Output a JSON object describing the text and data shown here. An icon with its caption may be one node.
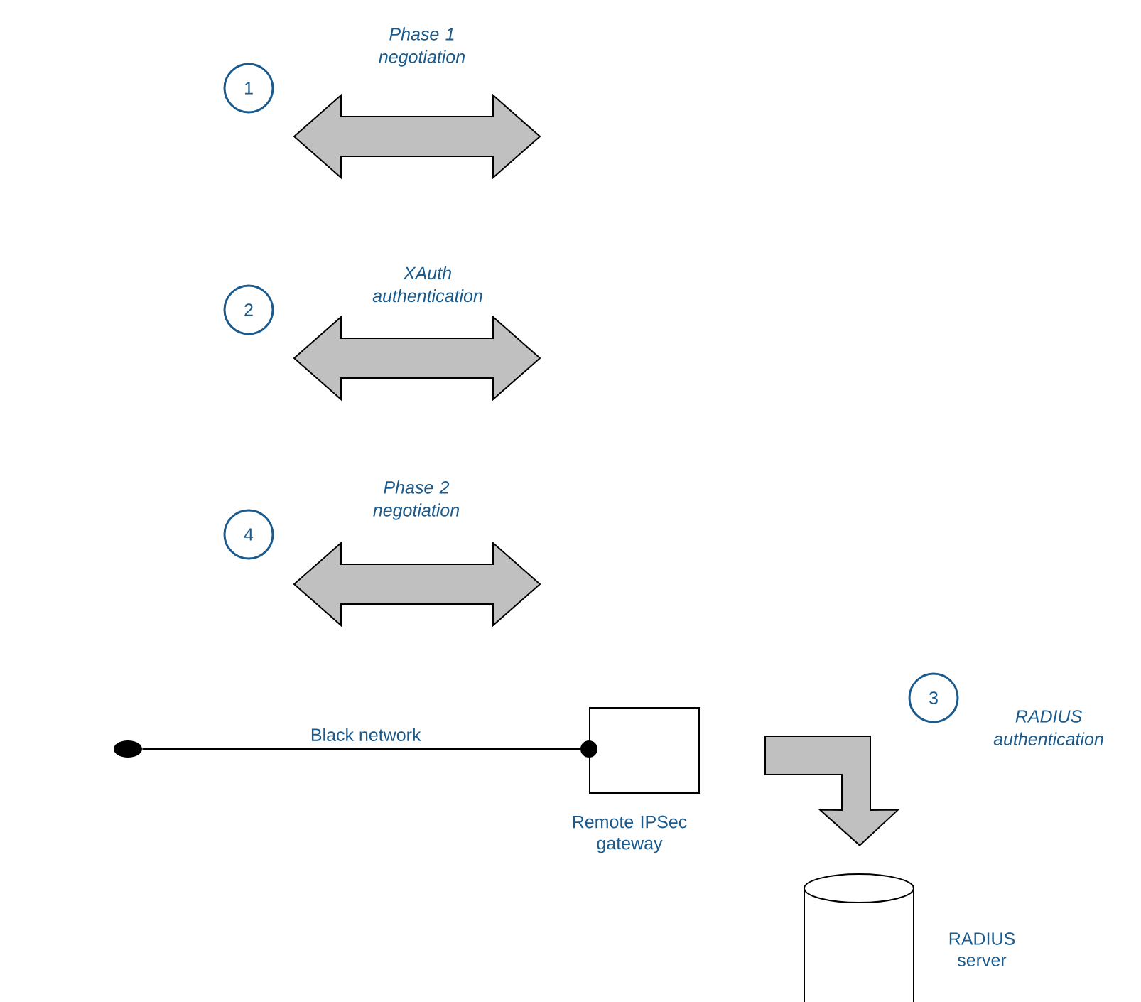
{
  "diagram": {
    "nodes": [
      {
        "text": [],
        "shape": "circle"
      },
      {
        "text": [],
        "shape": "box",
        "beside": [
          "Remote IPSec gateway"
        ]
      },
      {
        "text": [],
        "shape": "cylinder",
        "beside": [
          "RADIUS server"
        ]
      }
    ],
    "edges": [
      {
        "from": 0,
        "to": 1,
        "arrow": "other",
        "label": "Black network"
      },
      {
        "from": 1,
        "to": 2,
        "arrow": "to",
        "style": "thick"
      }
    ],
    "labels": [
      "Phase 1 negotiation",
      "1",
      "XAuth authentication",
      "2",
      "Phase 2 negotiation",
      "4",
      "3",
      "RADIUS authentication"
    ]
  }
}
